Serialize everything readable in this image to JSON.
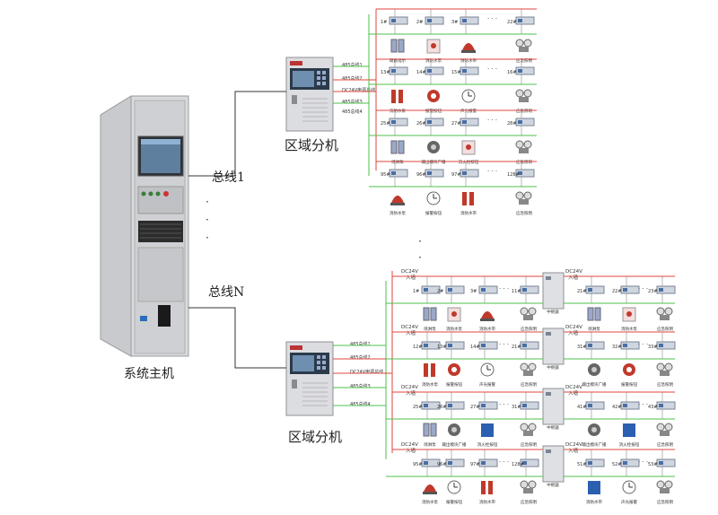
{
  "labels": {
    "main_host": "系统主机",
    "region_unit": "区域分机",
    "bus_1": "总线1",
    "bus_n": "总线N"
  },
  "colors": {
    "wire_red": "#e0463e",
    "wire_green": "#4cc04c",
    "wire_black": "#333333",
    "cabinet": "#d9dadc"
  },
  "region_units": [
    {
      "ports": [
        "485总线1",
        "485总线2",
        "DC24V电源总线",
        "485总线3",
        "485总线4"
      ],
      "rows": [
        {
          "addrs": [
            "1#",
            "2#",
            "3#",
            "22#"
          ],
          "devices": [
            "疏散指示",
            "消防水泵",
            "消防水带",
            "应急照明"
          ],
          "icons": [
            "detector-icon",
            "card-icon",
            "siren-icon",
            "lamp-icon"
          ]
        },
        {
          "addrs": [
            "13#",
            "14#",
            "15#",
            "16#"
          ],
          "devices": [
            "消防水泵",
            "报警按钮",
            "声光报警",
            "应急照明"
          ],
          "icons": [
            "extinguisher-icon",
            "button-icon",
            "clock-icon",
            "lamp-icon"
          ]
        },
        {
          "addrs": [
            "25#",
            "26#",
            "27#",
            "28#"
          ],
          "devices": [
            "喷淋泵",
            "输出模块广播",
            "消火栓按钮",
            "应急照明"
          ],
          "icons": [
            "detector-icon",
            "gauge-icon",
            "card-icon",
            "lamp-icon"
          ]
        },
        {
          "addrs": [
            "95#",
            "96#",
            "97#",
            "128#"
          ],
          "devices": [
            "消防水泵",
            "报警按钮",
            "消防水带",
            "应急照明"
          ],
          "icons": [
            "siren-icon",
            "clock-icon",
            "extinguisher-icon",
            "lamp-icon"
          ]
        }
      ]
    },
    {
      "ports": [
        "485总线1",
        "485总线2",
        "DC24V电源总线",
        "485总线3",
        "485总线4"
      ],
      "rows": [
        {
          "power": [
            "DC24V",
            "入墙"
          ],
          "addrs": [
            "1#",
            "2#",
            "3#",
            "11#"
          ],
          "devices": [
            "喷淋泵",
            "消防水泵",
            "消防水带",
            "应急照明"
          ],
          "relay": "中继器",
          "addrs2": [
            "21#",
            "22#",
            "23#"
          ],
          "devices2": [
            "喷淋泵",
            "消防水泵",
            "应急照明"
          ]
        },
        {
          "power": [
            "DC24V",
            "入墙"
          ],
          "addrs": [
            "12#",
            "13#",
            "14#",
            "21#"
          ],
          "devices": [
            "消防水泵",
            "报警按钮",
            "声光报警",
            "应急照明"
          ],
          "relay": "中继器",
          "addrs2": [
            "31#",
            "32#",
            "33#"
          ],
          "devices2": [
            "输出模块广播",
            "报警按钮",
            "应急照明"
          ]
        },
        {
          "power": [
            "DC24V",
            "入墙"
          ],
          "addrs": [
            "25#",
            "26#",
            "27#",
            "31#"
          ],
          "devices": [
            "喷淋泵",
            "输出模块广播",
            "消火栓按钮",
            "应急照明"
          ],
          "relay": "中继器",
          "addrs2": [
            "41#",
            "42#",
            "43#"
          ],
          "devices2": [
            "输出模块广播",
            "消火栓按钮",
            "应急照明"
          ]
        },
        {
          "power": [
            "DC24V",
            "入墙"
          ],
          "addrs": [
            "95#",
            "96#",
            "97#",
            "128#"
          ],
          "devices": [
            "消防水泵",
            "报警按钮",
            "消防水带",
            "应急照明"
          ],
          "relay": "中继器",
          "addrs2": [
            "51#",
            "52#",
            "53#"
          ],
          "devices2": [
            "消防水带",
            "声光报警",
            "应急照明"
          ]
        }
      ]
    }
  ]
}
